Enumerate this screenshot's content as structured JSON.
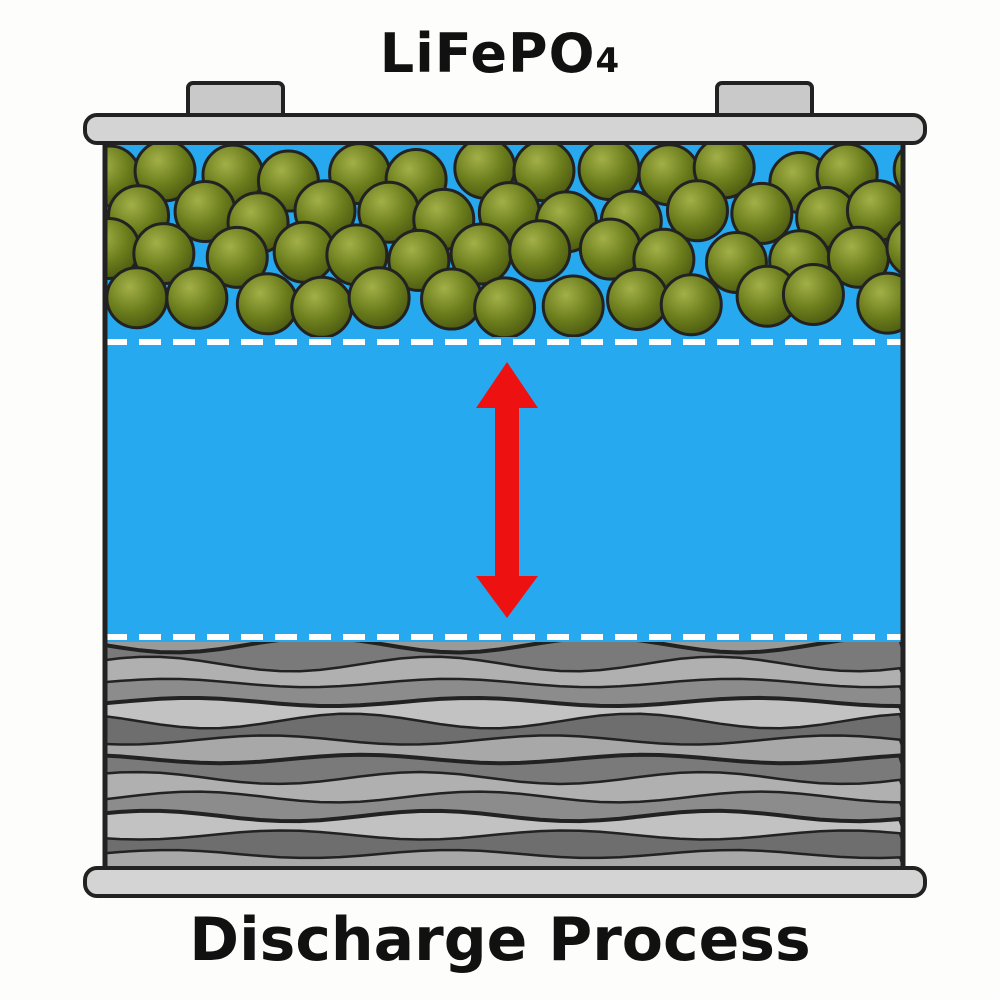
{
  "title": {
    "main": "LiFePO",
    "subscript": "4"
  },
  "caption": "Discharge Process",
  "colors": {
    "electrolyte": "#27a9ef",
    "cathode_particle": "#6b7d1c",
    "anode": "#8a8a8a",
    "arrow": "#ee1111",
    "casing": "#d4d4d4"
  }
}
